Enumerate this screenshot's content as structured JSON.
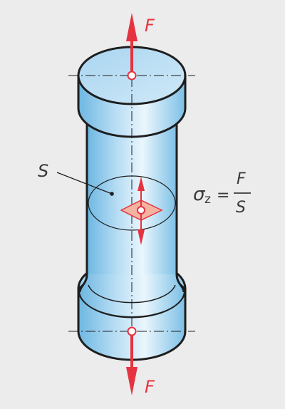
{
  "labels": {
    "force_top": "F",
    "force_bottom": "F",
    "section": "S",
    "stress_symbol": "σ",
    "stress_subscript": "z",
    "equals": "=",
    "numerator": "F",
    "denominator": "S"
  },
  "colors": {
    "background": "#ececec",
    "body_fill": "#b8ddf3",
    "body_highlight": "#e6f4fc",
    "body_shadow": "#7cc0e6",
    "outline": "#1e1e1e",
    "arrow": "#e5333f",
    "element": "#f4b3a1",
    "text": "#3a3a3a"
  },
  "icons": {
    "force_arrow": "up-down-arrow",
    "stress_element": "diamond"
  }
}
